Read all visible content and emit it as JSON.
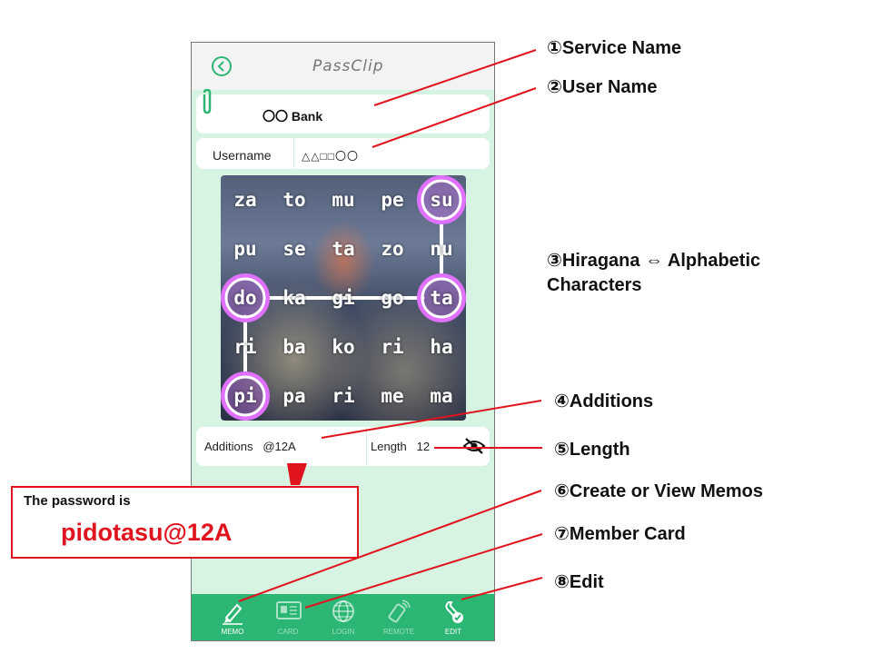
{
  "app": {
    "logo_text": "PassClip"
  },
  "service": {
    "name": "〇〇 Bank"
  },
  "user": {
    "label": "Username",
    "value": "△△□□〇〇"
  },
  "grid": {
    "rows": [
      [
        "za",
        "to",
        "mu",
        "pe",
        "su"
      ],
      [
        "pu",
        "se",
        "ta",
        "zo",
        "nu"
      ],
      [
        "do",
        "ka",
        "gi",
        "go",
        "ta"
      ],
      [
        "ri",
        "ba",
        "ko",
        "ri",
        "ha"
      ],
      [
        "pi",
        "pa",
        "ri",
        "me",
        "ma"
      ]
    ],
    "highlighted_path": [
      [
        4,
        0
      ],
      [
        2,
        0
      ],
      [
        2,
        4
      ],
      [
        0,
        4
      ]
    ]
  },
  "additions": {
    "label": "Additions",
    "value": "@12A"
  },
  "length": {
    "label": "Length",
    "value": "12"
  },
  "tabs": [
    {
      "label": "MEMO",
      "icon": "pencil-icon",
      "active": true
    },
    {
      "label": "CARD",
      "icon": "card-icon",
      "active": false
    },
    {
      "label": "LOGIN",
      "icon": "globe-icon",
      "active": false
    },
    {
      "label": "REMOTE",
      "icon": "remote-icon",
      "active": false
    },
    {
      "label": "EDIT",
      "icon": "wrench-icon",
      "active": true
    }
  ],
  "password_box": {
    "title": "The password is",
    "value": "pidotasu@12A"
  },
  "annotations": {
    "a1": "①Service Name",
    "a2": "②User Name",
    "a3_line1": "③Hiragana ⇔ Alphabetic",
    "a3_line2": "Characters",
    "a4": "④Additions",
    "a5": "⑤Length",
    "a6": "⑥Create or View Memos",
    "a7": "⑦Member Card",
    "a8": "⑧Edit"
  },
  "colors": {
    "brand_green": "#2bb673",
    "app_bg": "#d7f3e2",
    "annotation_red": "#e0141e",
    "highlight": "#e070ff"
  }
}
